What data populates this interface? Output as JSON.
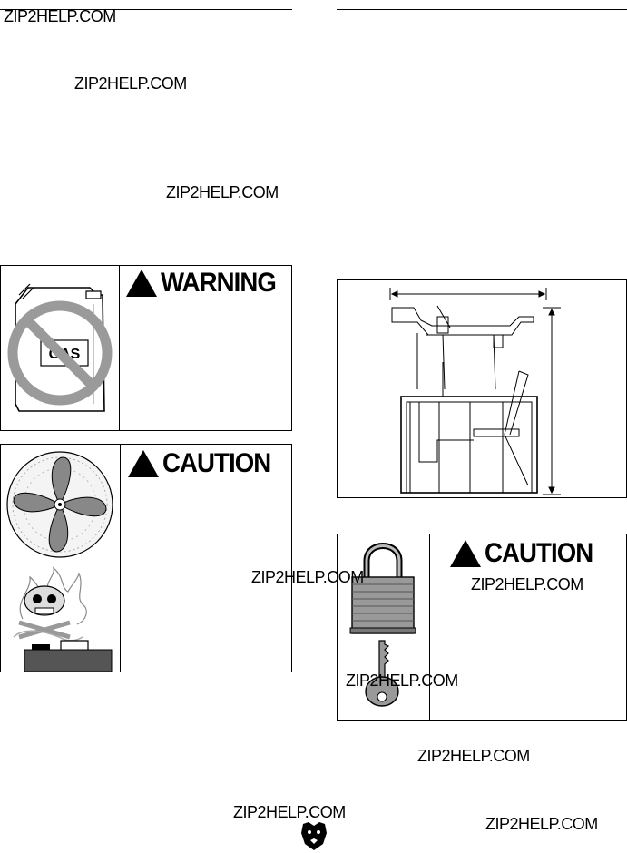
{
  "watermark": {
    "text": "ZIP2HELP.COM"
  },
  "panels": {
    "warning": {
      "label": "WARNING",
      "icon": "warning-triangle-icon",
      "image_label": "GAS"
    },
    "caution_fan": {
      "label": "CAUTION",
      "icon": "warning-triangle-icon"
    },
    "caution_lock": {
      "label": "CAUTION",
      "icon": "warning-triangle-icon"
    }
  },
  "logo": {
    "icon": "bear-head-logo"
  }
}
